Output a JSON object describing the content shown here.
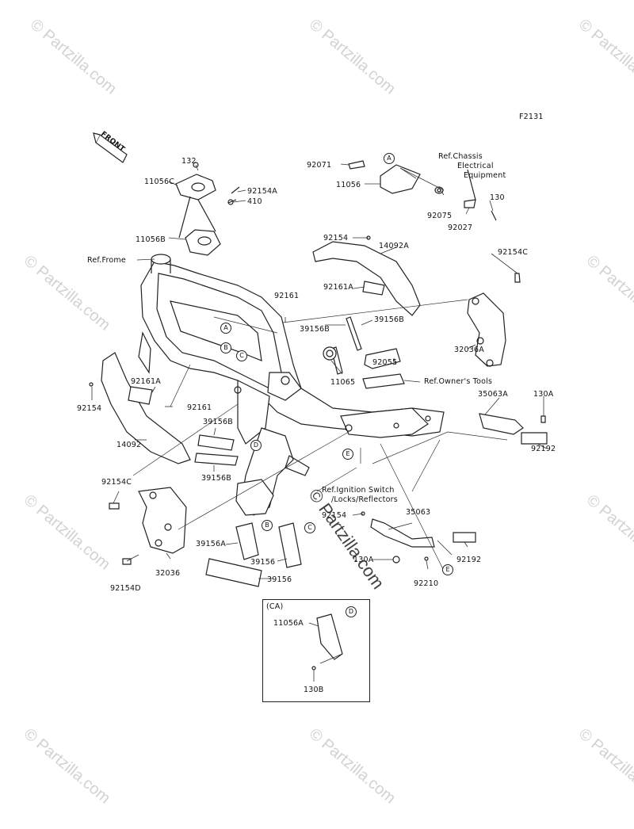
{
  "diagram": {
    "code": "F2131",
    "front_label": "FRONT",
    "watermark_text": "© Partzilla.com",
    "center_watermark": "© Partzilla.com",
    "ca_label": "(CA)",
    "labels": {
      "p132": "132",
      "p11056C": "11056C",
      "p92154A": "92154A",
      "p410": "410",
      "p11056B": "11056B",
      "refFrame": "Ref.Frome",
      "p92071": "92071",
      "p11056": "11056",
      "refChassis1": "Ref.Chassis",
      "refChassis2": "Electrical",
      "refChassis3": "Equipment",
      "p130": "130",
      "p92075": "92075",
      "p92027": "92027",
      "p92154": "92154",
      "p14092A": "14092A",
      "p92154C_top": "92154C",
      "p92161A_top": "92161A",
      "p92161_top": "92161",
      "p39156B_a": "39156B",
      "p39156B_b": "39156B",
      "p32036A": "32036A",
      "p92055": "92055",
      "p11065": "11065",
      "refTools": "Ref.Owner's Tools",
      "p35063A": "35063A",
      "p130A_right": "130A",
      "p92161A_left": "92161A",
      "p92154_left": "92154",
      "p92161_left": "92161",
      "p14092": "14092",
      "p39156B_c": "39156B",
      "p39156B_d": "39156B",
      "p92192_right": "92192",
      "p92154C_left": "92154C",
      "refIgnition1": "Ref.Ignition Switch",
      "refIgnition2": "/Locks/Reflectors",
      "p92154_mid": "92154",
      "p35063": "35063",
      "p39156A": "39156A",
      "p39156": "39156",
      "p39156_bottom": "39156",
      "p32036": "32036",
      "p92154D": "92154D",
      "p130A_bottom": "130A",
      "p92210": "92210",
      "p92192_bottom": "92192",
      "p11056A": "11056A",
      "p130B": "130B"
    },
    "callouts": {
      "A1": "A",
      "A2": "A",
      "B1": "B",
      "B2": "B",
      "C1": "C",
      "C2": "C",
      "D1": "D",
      "D2": "D",
      "E1": "E",
      "E2": "E"
    }
  }
}
